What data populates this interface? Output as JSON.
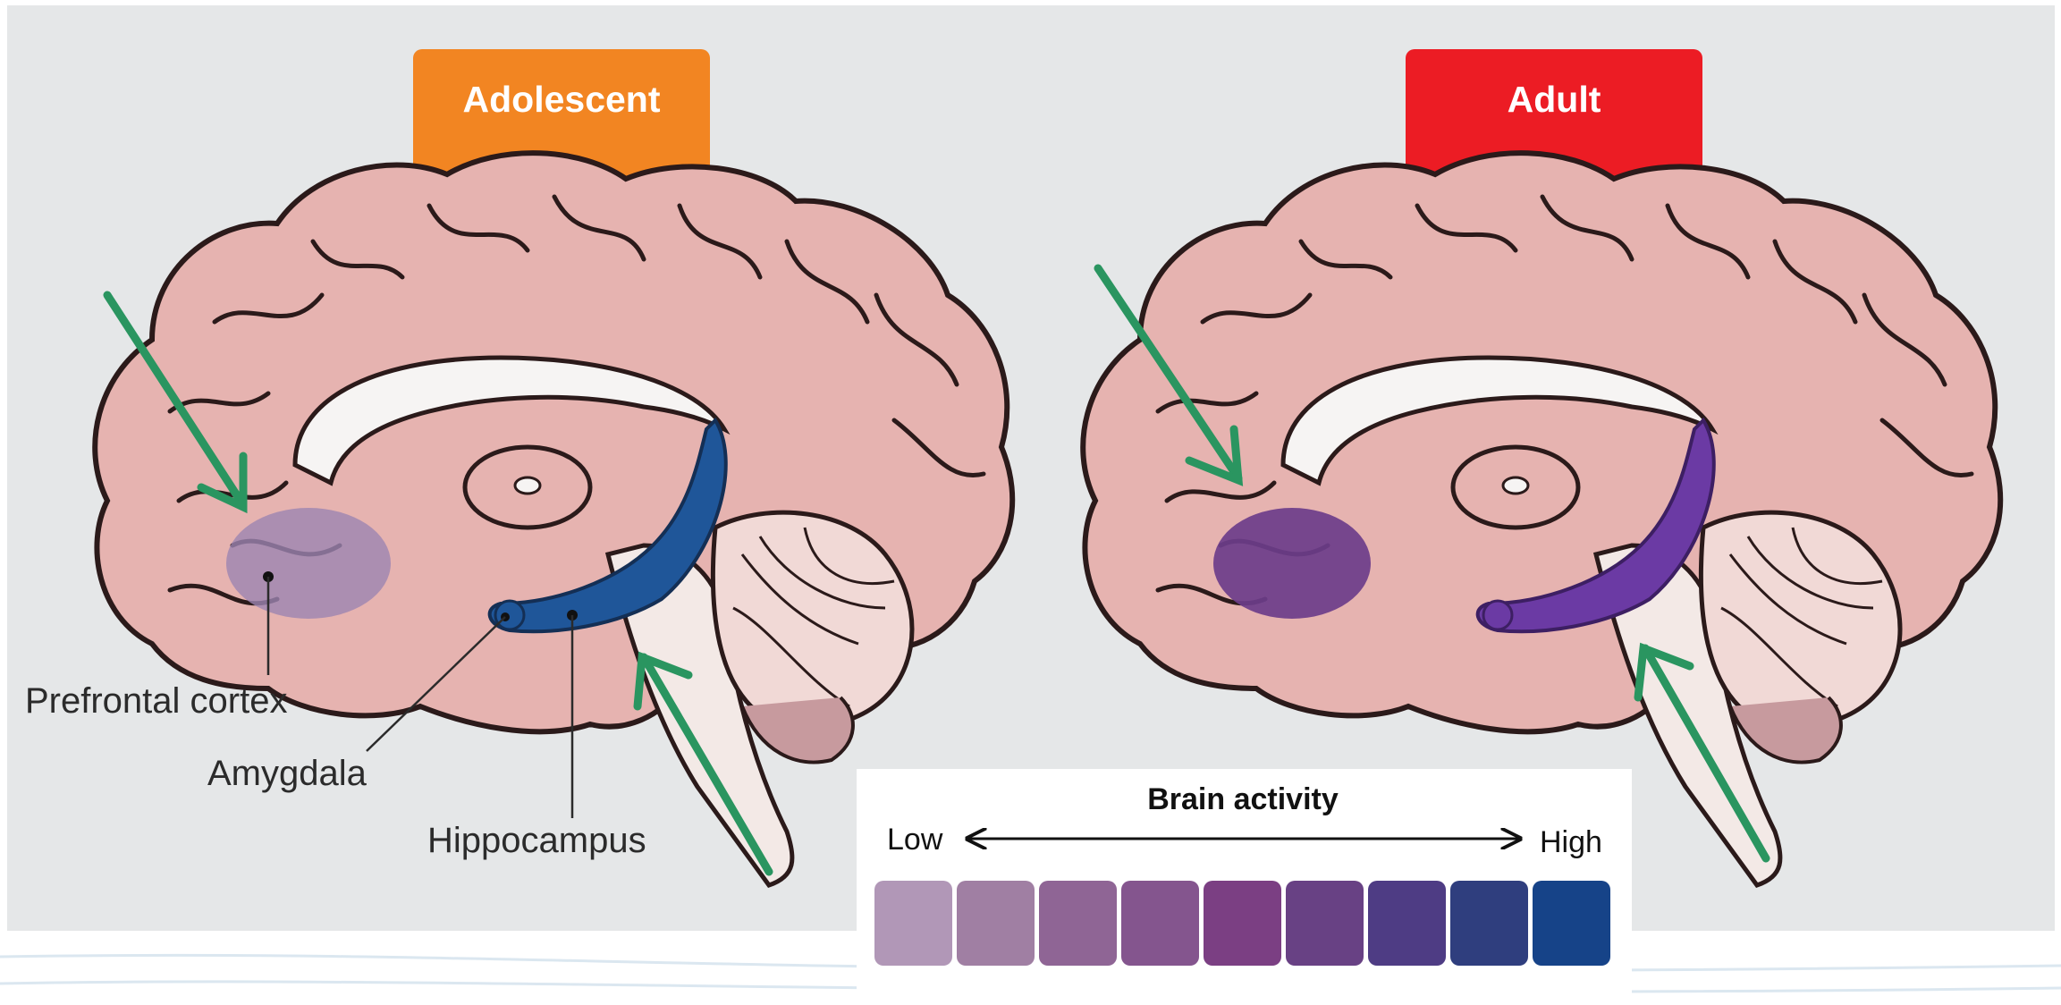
{
  "panels": {
    "left": {
      "title": "Adolescent",
      "tab_color": "#f28522",
      "pfc_color": "#9c85b2",
      "pfc_opacity": 0.8,
      "hippo_color": "#1f5699"
    },
    "right": {
      "title": "Adult",
      "tab_color": "#ec1c24",
      "pfc_color": "#6c3d8a",
      "pfc_opacity": 0.92,
      "hippo_color": "#6b3aa4"
    }
  },
  "labels": {
    "prefrontal": "Prefrontal cortex",
    "amygdala": "Amygdala",
    "hippocampus": "Hippocampus"
  },
  "legend": {
    "title": "Brain activity",
    "low": "Low",
    "high": "High",
    "swatches": [
      "#b197b7",
      "#a07fa3",
      "#8f6595",
      "#84558e",
      "#7b3f83",
      "#684184",
      "#4e3c84",
      "#2f3e7e",
      "#164388"
    ]
  },
  "colors": {
    "background": "#e5e7e8",
    "brain": "#e6b3b0",
    "brain_outline": "#2b1a1a",
    "arrow": "#2a9560"
  },
  "icons": [
    "arrow-right-icon",
    "arrow-left-icon",
    "pointer-arrow-icon"
  ]
}
